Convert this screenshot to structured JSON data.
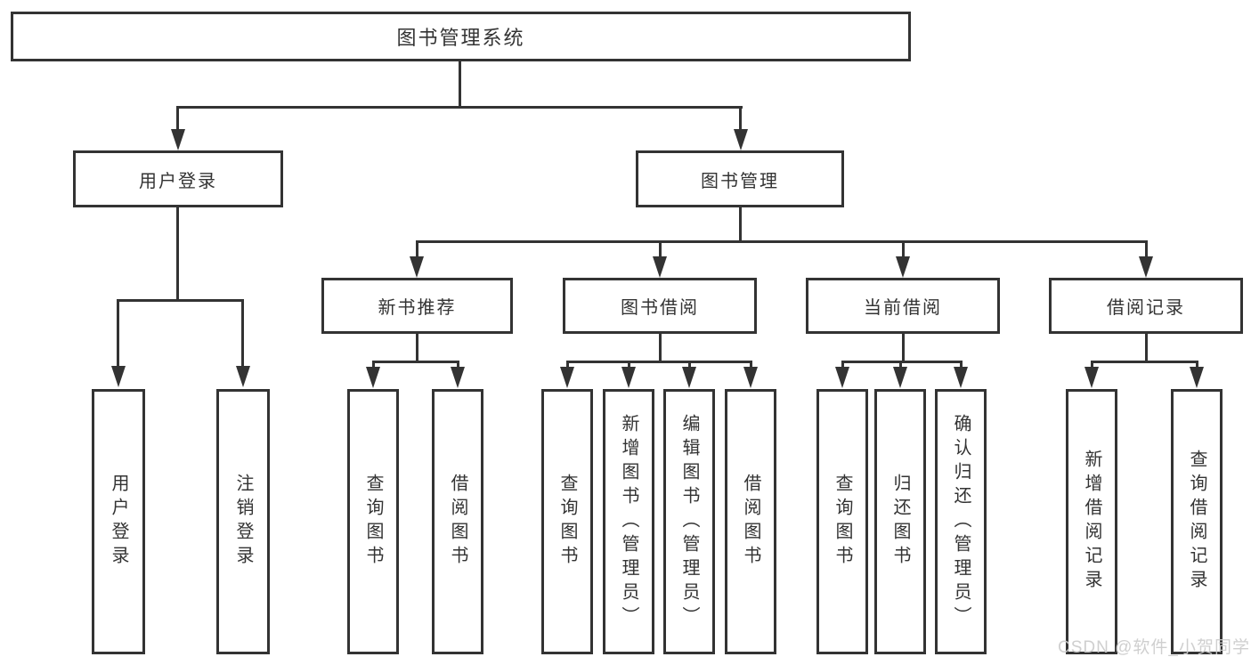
{
  "tree": {
    "root": {
      "label": "图书管理系统"
    },
    "user_login": {
      "label": "用户登录",
      "children": [
        {
          "label": "用户登录"
        },
        {
          "label": "注销登录"
        }
      ]
    },
    "book_mgmt": {
      "label": "图书管理",
      "groups": [
        {
          "label": "新书推荐",
          "children": [
            {
              "label": "查询图书"
            },
            {
              "label": "借阅图书"
            }
          ]
        },
        {
          "label": "图书借阅",
          "children": [
            {
              "label": "查询图书"
            },
            {
              "label": "新增图书（管理员）"
            },
            {
              "label": "编辑图书（管理员）"
            },
            {
              "label": "借阅图书"
            }
          ]
        },
        {
          "label": "当前借阅",
          "children": [
            {
              "label": "查询图书"
            },
            {
              "label": "归还图书"
            },
            {
              "label": "确认归还（管理员）"
            }
          ]
        },
        {
          "label": "借阅记录",
          "children": [
            {
              "label": "新增借阅记录"
            },
            {
              "label": "查询借阅记录"
            }
          ]
        }
      ]
    }
  },
  "watermark": {
    "text": "CSDN @软件_小贺同学"
  },
  "colors": {
    "line": "#333333",
    "text": "#333333",
    "box_bg": "#ffffff",
    "background": "#ffffff",
    "watermark": "#cccccc"
  }
}
